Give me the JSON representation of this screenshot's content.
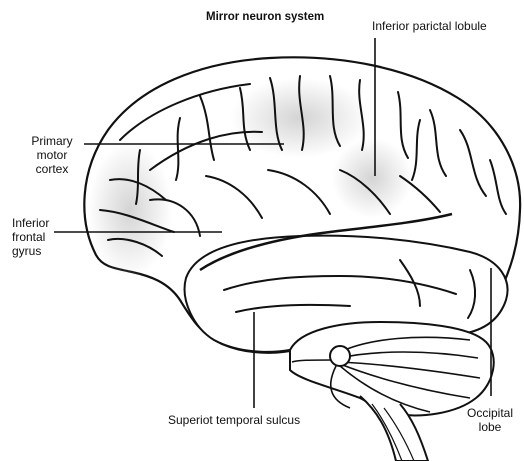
{
  "diagram": {
    "title": "Mirror neuron system",
    "labels": {
      "inferior_parietal_lobule": "Inferior parictal lobule",
      "primary_motor_cortex": [
        "Primary",
        "motor",
        "cortex"
      ],
      "inferior_frontal_gyrus": [
        "Inferior",
        "frontal",
        "gyrus"
      ],
      "superior_temporal_sulcus": "Superiot temporal sulcus",
      "occipital_lobe": [
        "Occipital",
        "lobe"
      ]
    }
  },
  "colors": {
    "line": "#111111",
    "brain_fill": "#ffffff",
    "highlight": "#d6d6d6"
  },
  "icons": {
    "main": "brain-lateral-view-icon"
  }
}
